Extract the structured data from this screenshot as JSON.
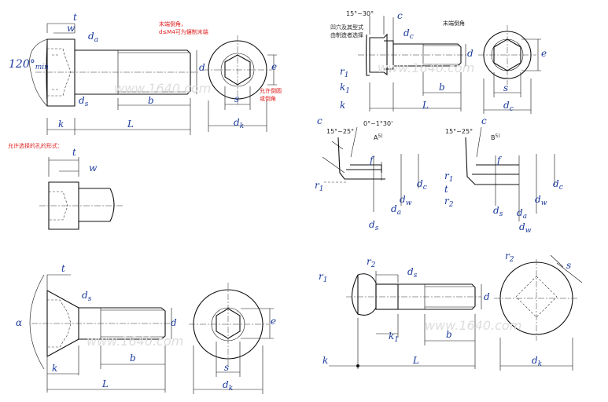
{
  "labels": {
    "t": "t",
    "w": "w",
    "da": "d",
    "da_sub": "a",
    "ds": "d",
    "ds_sub": "s",
    "d": "d",
    "e": "e",
    "s": "s",
    "k": "k",
    "L": "L",
    "b": "b",
    "dk": "d",
    "dk_sub": "k",
    "alpha": "α",
    "angle120": "120°",
    "angle120_sub": "min",
    "c": "c",
    "r1": "r",
    "r1_sub": "1",
    "r2": "r",
    "r2_sub": "2",
    "f": "f",
    "k1": "k",
    "k1_sub": "1",
    "dc": "d",
    "dc_sub": "c",
    "A": "A",
    "B": "B",
    "footnote": "5)",
    "dw": "d",
    "dw_sub": "w",
    "ang15_30": "15°~30°",
    "ang0_30": "0°~1°30'",
    "ang15_25": "15°~25°"
  },
  "notes": {
    "end_chamfer_1": "末端倒角，",
    "end_chamfer_2": "d≤M4可为辗制末端",
    "hex_chamfer_1": "允许倒圆",
    "hex_chamfer_2": "或倒角",
    "allowed_hole": "允许选择的孔的形式：",
    "flange_1": "凹穴及其型式",
    "flange_2": "由制造者选择",
    "end_chamfer_r": "末端倒角"
  },
  "watermark": "www.1640.com"
}
